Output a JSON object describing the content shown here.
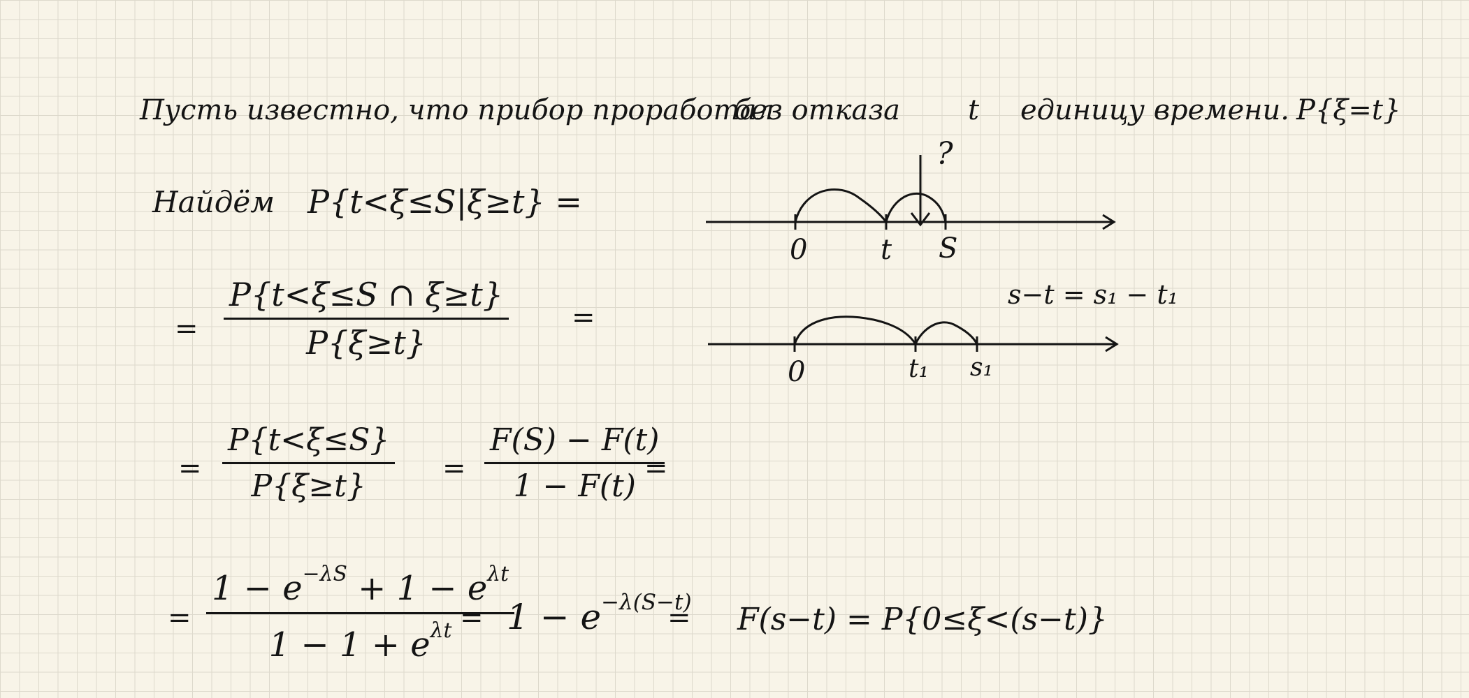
{
  "intro": {
    "part1": "Пусть известно, что прибор проработал",
    "part2": "без отказа",
    "var_t": "t",
    "part3": "единицу времени.",
    "prob": "P{ξ=t}"
  },
  "find": {
    "word": "Найдём",
    "expr": "P{t<ξ≤S|ξ≥t} ="
  },
  "step1": {
    "eq_left": "=",
    "numerator": "P{t<ξ≤S ∩ ξ≥t}",
    "denominator": "P{ξ≥t}",
    "eq_right": "="
  },
  "step2": {
    "eq_left": "=",
    "f1_num": "P{t<ξ≤S}",
    "f1_den": "P{ξ≥t}",
    "eq_mid": "=",
    "f2_num": "F(S) − F(t)",
    "f2_den": "1 − F(t)",
    "eq_right": "="
  },
  "step3": {
    "eq_left": "=",
    "num_a": "1 − e",
    "num_a_exp": "−λS",
    "num_b": "+ 1 − e",
    "num_b_exp": "λt",
    "den_a": "1 − 1 + e",
    "den_a_exp": "λt",
    "eq_mid": "=",
    "result": "1 − e",
    "result_exp": "−λ(S−t)",
    "eq_right": "=",
    "final": "F(s−t) = P{0≤ξ<(s−t)}"
  },
  "diagram1": {
    "label_zero": "0",
    "label_t": "t",
    "label_s": "S",
    "mark": "?"
  },
  "diagram2": {
    "relation": "s−t = s₁ − t₁",
    "label_zero": "0",
    "label_t1": "t₁",
    "label_s1": "s₁"
  },
  "ink_color": "#141414",
  "paper_color": "#f8f4e8",
  "grid_color": "#ddd9cc"
}
